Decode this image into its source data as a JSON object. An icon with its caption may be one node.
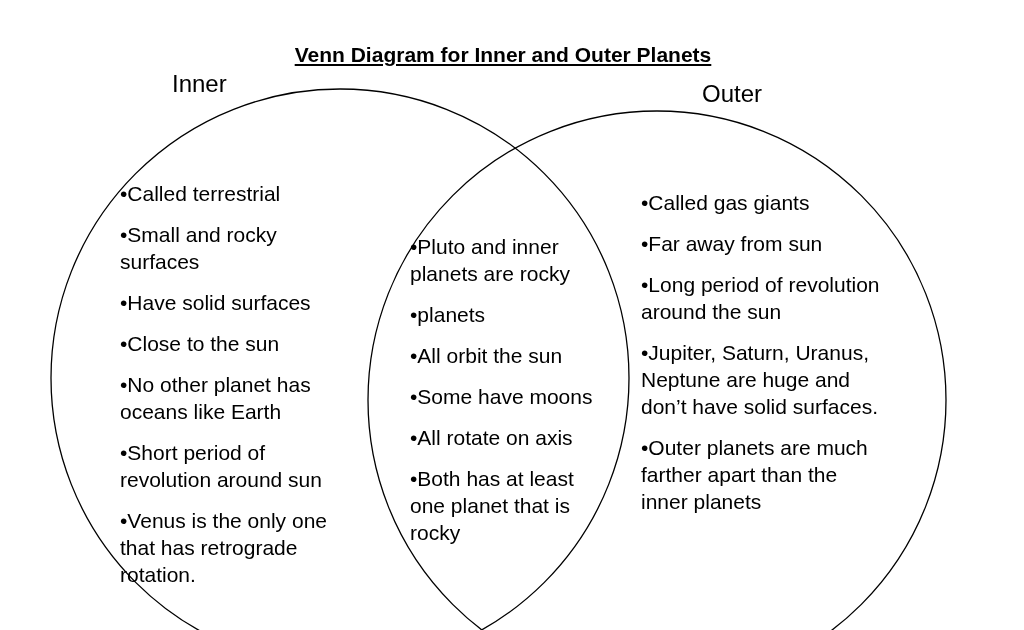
{
  "diagram": {
    "title": "Venn Diagram for Inner and Outer Planets",
    "nodes": [
      {
        "text": [
          "Inner",
          "•Called terrestrial",
          "•Small and rocky surfaces",
          "•Have solid surfaces",
          "•Close to the sun",
          "•No other planet has oceans like Earth",
          "•Short period of revolution around sun",
          "•Venus is the only one that has retrograde rotation."
        ]
      },
      {
        "text": [
          "Outer",
          "•Called gas giants",
          "•Far away from sun",
          "•Long period of revolution around the sun",
          "•Jupiter, Saturn, Uranus, Neptune are huge and don’t have solid surfaces.",
          "•Outer planets are much farther apart than the inner planets"
        ]
      }
    ],
    "edges": [],
    "labels": [
      "•Pluto and inner planets are rocky",
      "•planets",
      "•All orbit the sun",
      "•Some have moons",
      "•All rotate on axis",
      "•Both has at least one planet that is rocky"
    ]
  }
}
